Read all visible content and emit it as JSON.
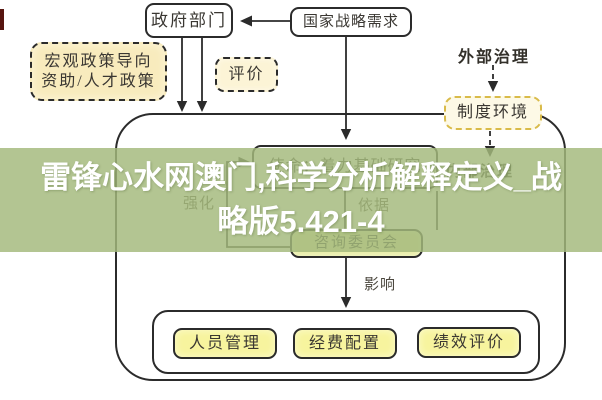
{
  "banner": {
    "line1": "雷锋心水网澳门,科学分析解释定义_战",
    "line2": "略版5.421-4",
    "band_color": "rgba(163,185,124,0.83)",
    "text_color": "#ffffff"
  },
  "nodes": {
    "government": "政府部门",
    "national_strategy": "国家战略需求",
    "macro_policy": {
      "line1": "宏观政策导向",
      "line2": "资助/人才政策"
    },
    "evaluation": "评价",
    "external_governance": "外部治理",
    "institutional_environment": "制度环境",
    "mission": "使命：着力基础研究",
    "internal_governance": "内部治理",
    "advisory_committee": "咨询委员会",
    "personnel": "人员管理",
    "funding": "经费配置",
    "performance": "绩效评价"
  },
  "edge_labels": {
    "reinforce": "强化",
    "basis": "依据",
    "influence": "影响"
  },
  "colors": {
    "line": "#2b2b2b",
    "cream_fill": "#f8ebbd",
    "light_cream_fill": "#fcf4d6",
    "gold_border": "#d9bb4a",
    "pale_yellow_fill": "#fdf9e6",
    "yellow_fill": "#f7f49e",
    "yellow_green_fill": "#e9eda9"
  }
}
